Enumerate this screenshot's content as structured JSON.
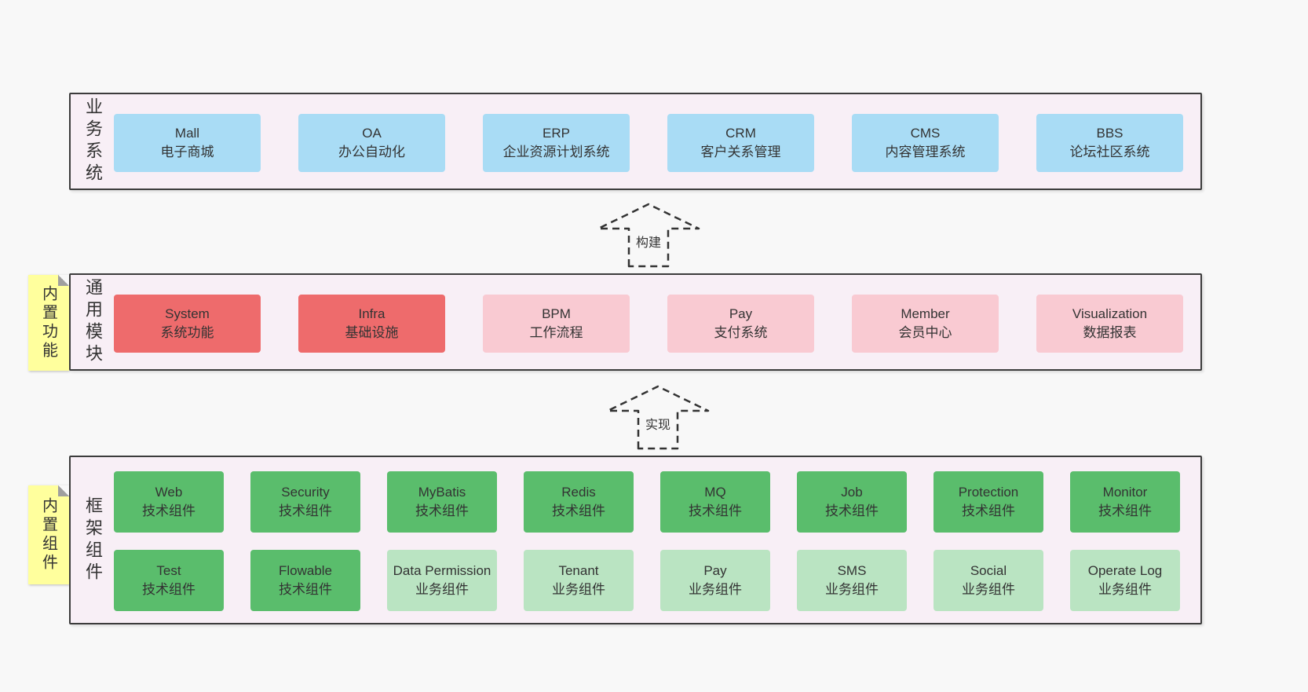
{
  "colors": {
    "page_background": "#f8f8f8",
    "panel_background": "#f8eff6",
    "panel_border": "#3c3c3c",
    "blue_box": "#a9dcf5",
    "red_box": "#ee6b6c",
    "pink_box": "#f9cad2",
    "green_dark_box": "#5abd6c",
    "green_light_box": "#bae4c2",
    "sticky_yellow": "#ffff9d"
  },
  "arrows": [
    {
      "label": "构建"
    },
    {
      "label": "实现"
    }
  ],
  "business_layer": {
    "side_label": "业务系统",
    "boxes": [
      {
        "title": "Mall",
        "subtitle": "电子商城"
      },
      {
        "title": "OA",
        "subtitle": "办公自动化"
      },
      {
        "title": "ERP",
        "subtitle": "企业资源计划系统"
      },
      {
        "title": "CRM",
        "subtitle": "客户关系管理"
      },
      {
        "title": "CMS",
        "subtitle": "内容管理系统"
      },
      {
        "title": "BBS",
        "subtitle": "论坛社区系统"
      }
    ]
  },
  "module_layer": {
    "side_label": "通用模块",
    "sticky_label": "内置功能",
    "boxes": [
      {
        "title": "System",
        "subtitle": "系统功能",
        "variant": "red"
      },
      {
        "title": "Infra",
        "subtitle": "基础设施",
        "variant": "red"
      },
      {
        "title": "BPM",
        "subtitle": "工作流程",
        "variant": "pink"
      },
      {
        "title": "Pay",
        "subtitle": "支付系统",
        "variant": "pink"
      },
      {
        "title": "Member",
        "subtitle": "会员中心",
        "variant": "pink"
      },
      {
        "title": "Visualization",
        "subtitle": "数据报表",
        "variant": "pink"
      }
    ]
  },
  "component_layer": {
    "side_label": "框架组件",
    "sticky_label": "内置组件",
    "row1": [
      {
        "title": "Web",
        "subtitle": "技术组件",
        "variant": "green-dark"
      },
      {
        "title": "Security",
        "subtitle": "技术组件",
        "variant": "green-dark"
      },
      {
        "title": "MyBatis",
        "subtitle": "技术组件",
        "variant": "green-dark"
      },
      {
        "title": "Redis",
        "subtitle": "技术组件",
        "variant": "green-dark"
      },
      {
        "title": "MQ",
        "subtitle": "技术组件",
        "variant": "green-dark"
      },
      {
        "title": "Job",
        "subtitle": "技术组件",
        "variant": "green-dark"
      },
      {
        "title": "Protection",
        "subtitle": "技术组件",
        "variant": "green-dark"
      },
      {
        "title": "Monitor",
        "subtitle": "技术组件",
        "variant": "green-dark"
      }
    ],
    "row2": [
      {
        "title": "Test",
        "subtitle": "技术组件",
        "variant": "green-dark"
      },
      {
        "title": "Flowable",
        "subtitle": "技术组件",
        "variant": "green-dark"
      },
      {
        "title": "Data Permission",
        "subtitle": "业务组件",
        "variant": "green-light"
      },
      {
        "title": "Tenant",
        "subtitle": "业务组件",
        "variant": "green-light"
      },
      {
        "title": "Pay",
        "subtitle": "业务组件",
        "variant": "green-light"
      },
      {
        "title": "SMS",
        "subtitle": "业务组件",
        "variant": "green-light"
      },
      {
        "title": "Social",
        "subtitle": "业务组件",
        "variant": "green-light"
      },
      {
        "title": "Operate Log",
        "subtitle": "业务组件",
        "variant": "green-light"
      }
    ]
  }
}
